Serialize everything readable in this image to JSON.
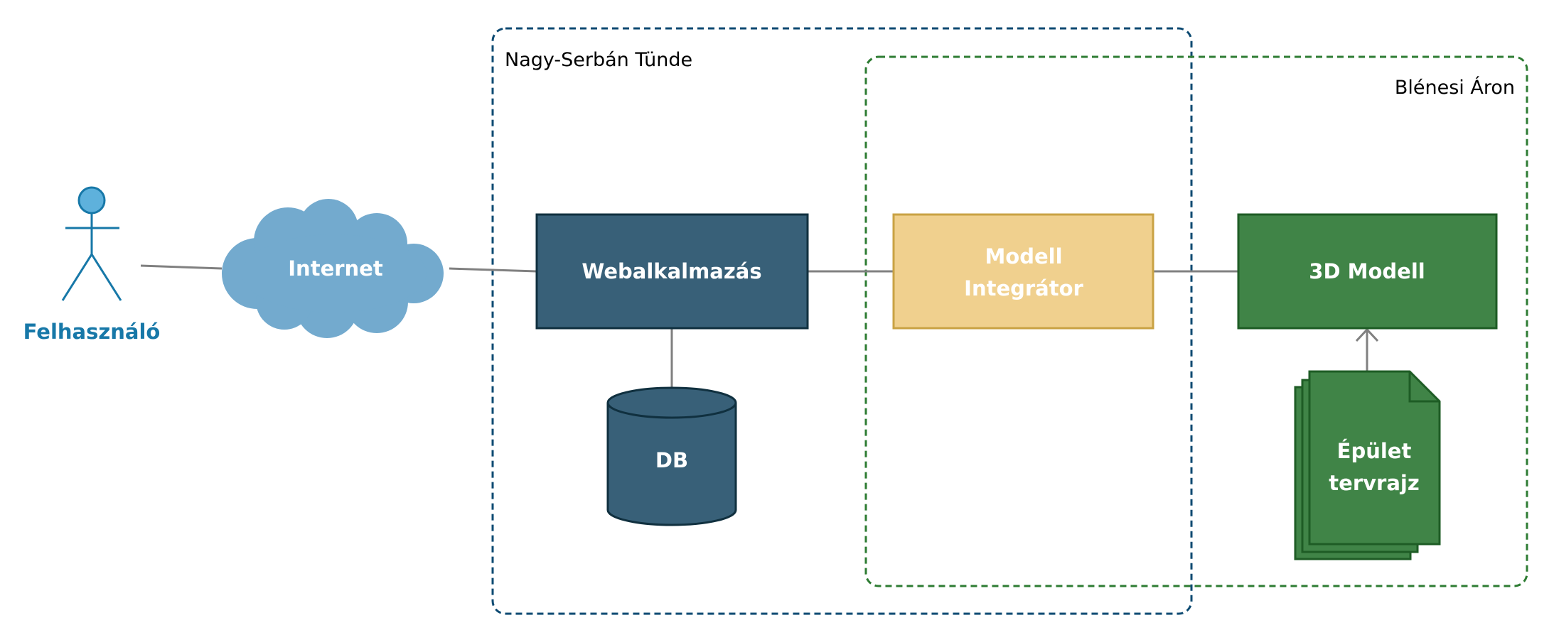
{
  "groups": {
    "tunde": {
      "label": "Nagy-Serbán Tünde"
    },
    "aron": {
      "label": "Blénesi Áron"
    }
  },
  "actor": {
    "label": "Felhasználó",
    "icon": "person-icon"
  },
  "cloud": {
    "label": "Internet",
    "icon": "cloud-icon"
  },
  "nodes": {
    "webapp": {
      "label": "Webalkalmazás"
    },
    "db": {
      "label": "DB",
      "icon": "database-icon"
    },
    "integrator": {
      "line1": "Modell",
      "line2": "Integrátor"
    },
    "model3d": {
      "label": "3D Modell"
    },
    "blueprint": {
      "line1": "Épület",
      "line2": "tervrajz",
      "icon": "document-stack-icon"
    }
  },
  "colors": {
    "blue_dark": "#386078",
    "blue_stroke": "#10303f",
    "blue_light": "#73aace",
    "actor_blue": "#1778a8",
    "yellow_fill": "#f0d08e",
    "yellow_stroke": "#c9a244",
    "green_fill": "#408447",
    "green_stroke": "#1e5c25",
    "group1_border": "#0d4a72",
    "group2_border": "#2e7c33",
    "connector": "#808080"
  }
}
